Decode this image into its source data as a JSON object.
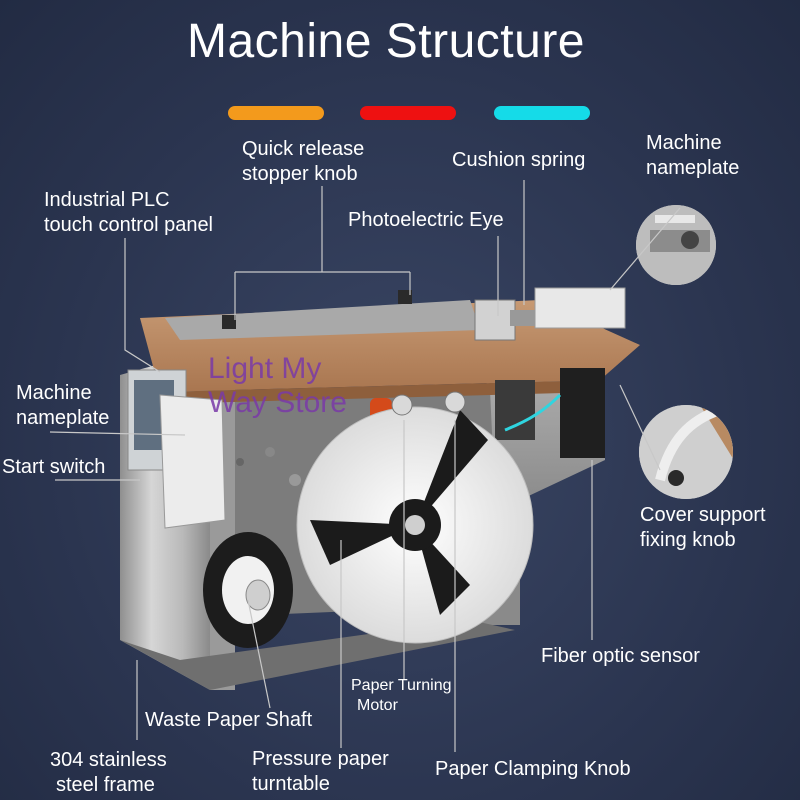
{
  "title": "Machine Structure",
  "legend_colors": [
    "#f39a1c",
    "#ee1111",
    "#15dbe8"
  ],
  "watermark": {
    "line1": "Light My",
    "line2": "Way Store"
  },
  "labels": {
    "quick_release": {
      "line1": "Quick release",
      "line2": "stopper knob"
    },
    "cushion_spring": "Cushion spring",
    "nameplate_top": {
      "line1": "Machine",
      "line2": "nameplate"
    },
    "plc_panel": {
      "line1": "Industrial PLC",
      "line2": "touch control panel"
    },
    "photoelectric_eye": "Photoelectric Eye",
    "nameplate_left": {
      "line1": "Machine",
      "line2": "nameplate"
    },
    "start_switch": "Start switch",
    "cover_support": {
      "line1": "Cover support",
      "line2": "fixing knob"
    },
    "fiber_optic": "Fiber optic sensor",
    "paper_turning_motor": {
      "line1": "Paper Turning",
      "line2": "Motor"
    },
    "waste_paper_shaft": "Waste Paper Shaft",
    "steel_frame": {
      "line1": "304 stainless",
      "line2": "steel frame"
    },
    "pressure_turntable": {
      "line1": "Pressure paper",
      "line2": "turntable"
    },
    "clamping_knob": "Paper Clamping Knob"
  }
}
